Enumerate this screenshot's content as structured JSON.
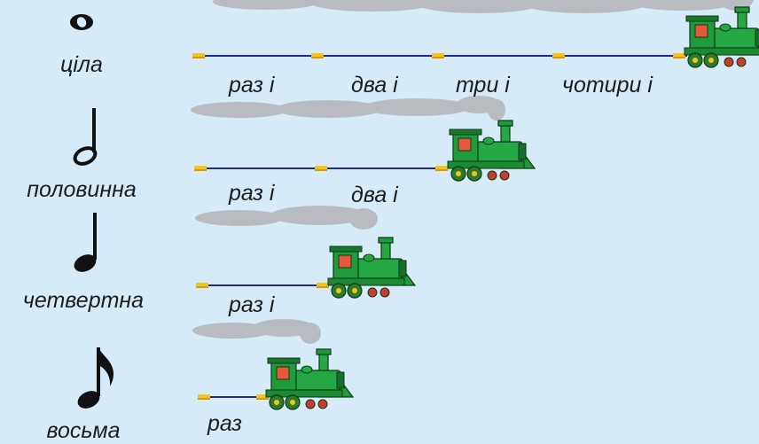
{
  "rows": [
    {
      "note": "whole-note",
      "label": "ціла",
      "counts": [
        "раз і",
        "два і",
        "три і",
        "чотири і"
      ]
    },
    {
      "note": "half-note",
      "label": "половинна",
      "counts": [
        "раз і",
        "два і"
      ]
    },
    {
      "note": "quarter-note",
      "label": "четвертна",
      "counts": [
        "раз і"
      ]
    },
    {
      "note": "eighth-note",
      "label": "восьма",
      "counts": [
        "раз"
      ]
    }
  ],
  "colors": {
    "background": "#d7eaf7",
    "track": "#1c2f8f",
    "tie": "#f2c51d",
    "smoke": "#b8bcc1",
    "engine": "#1f9b3a",
    "cab": "#e8573a",
    "wheels": "#2d7a2a"
  }
}
